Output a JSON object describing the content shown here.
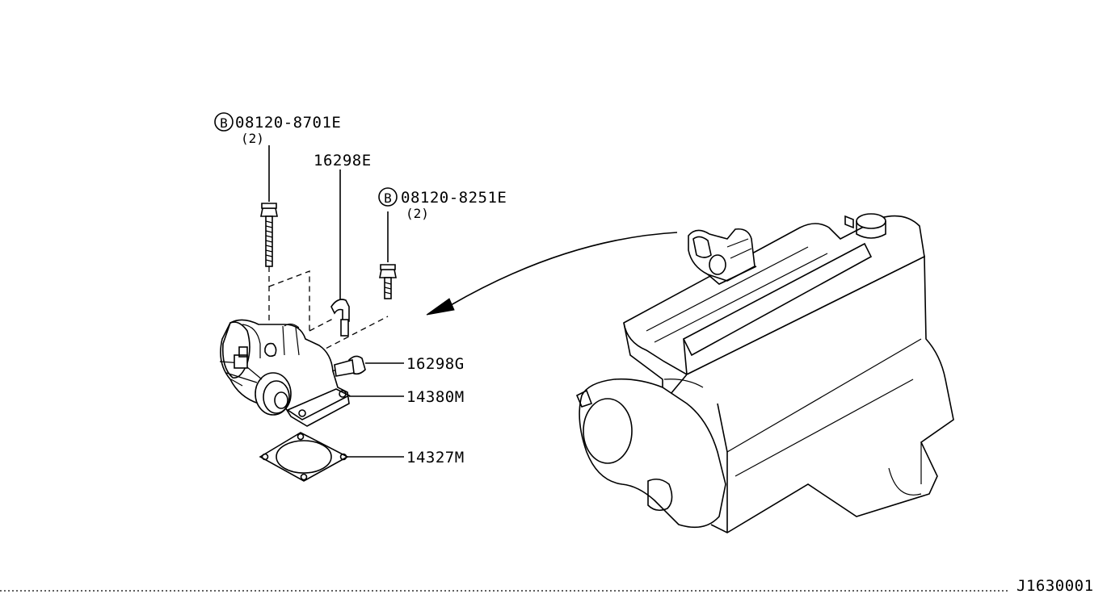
{
  "callouts": {
    "bolt_a_badge": "B",
    "bolt_a_part": "08120-8701E",
    "bolt_a_qty": "(2)",
    "hose_part": "16298E",
    "bolt_b_badge": "B",
    "bolt_b_part": "08120-8251E",
    "bolt_b_qty": "(2)",
    "clamp_part": "16298G",
    "valve_part": "14380M",
    "gasket_part": "14327M"
  },
  "diagram_code": "J1630001"
}
